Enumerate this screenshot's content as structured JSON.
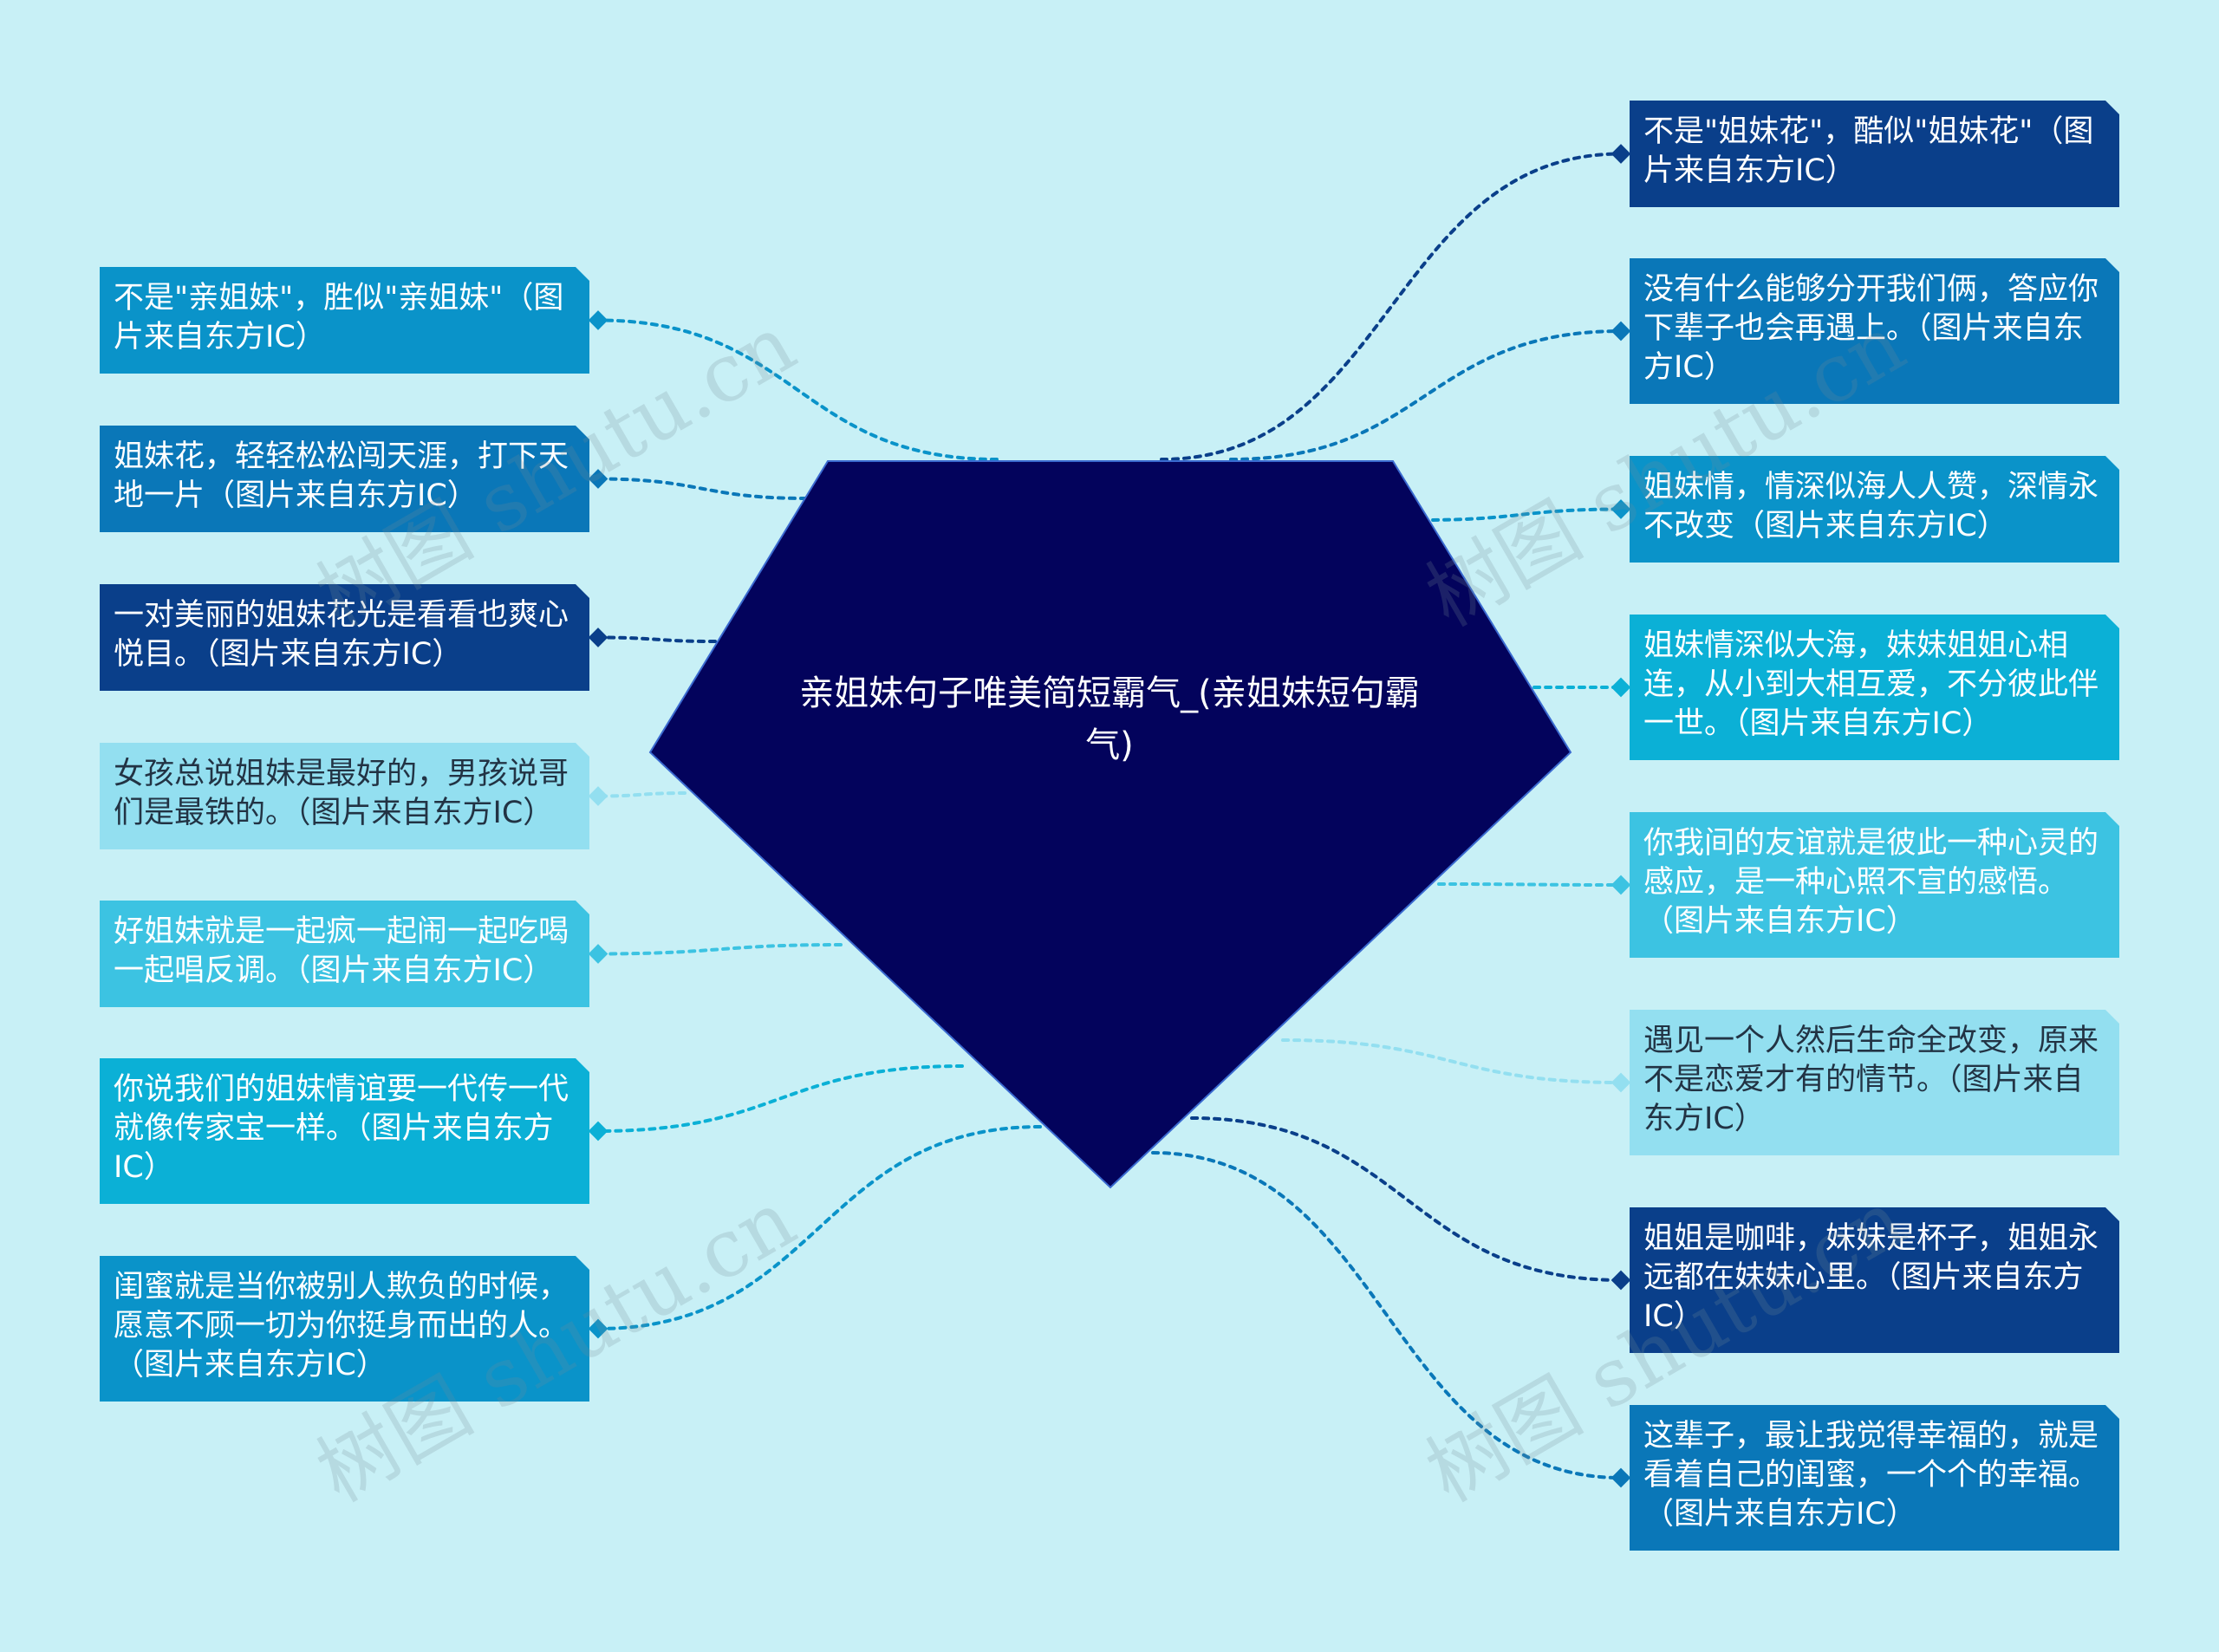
{
  "center": {
    "title": "亲姐妹句子唯美简短霸气_(亲姐妹短句霸气)"
  },
  "colors": {
    "background": "#c8f0f6",
    "center": "#03035c",
    "dark": "#0a3f8a",
    "mid": "#0a77b8",
    "blue": "#0a93c9",
    "cyan": "#0bb0d6",
    "sky": "#3cc3e2",
    "pale": "#93dff0"
  },
  "left_nodes": [
    {
      "text": "不是\"亲姐妹\"，胜似\"亲姐妹\"（图片来自东方IC）",
      "color": "blue"
    },
    {
      "text": "姐妹花，轻轻松松闯天涯，打下天地一片（图片来自东方IC）",
      "color": "mid"
    },
    {
      "text": "一对美丽的姐妹花光是看看也爽心悦目。（图片来自东方IC）",
      "color": "dark"
    },
    {
      "text": "女孩总说姐妹是最好的，男孩说哥们是最铁的。（图片来自东方IC）",
      "color": "pale"
    },
    {
      "text": "好姐妹就是一起疯一起闹一起吃喝一起唱反调。（图片来自东方IC）",
      "color": "sky"
    },
    {
      "text": "你说我们的姐妹情谊要一代传一代就像传家宝一样。（图片来自东方IC）",
      "color": "cyan"
    },
    {
      "text": "闺蜜就是当你被别人欺负的时候，愿意不顾一切为你挺身而出的人。（图片来自东方IC）",
      "color": "blue"
    }
  ],
  "right_nodes": [
    {
      "text": "不是\"姐妹花\"，酷似\"姐妹花\"（图片来自东方IC）",
      "color": "dark"
    },
    {
      "text": "没有什么能够分开我们俩，答应你下辈子也会再遇上。（图片来自东方IC）",
      "color": "mid"
    },
    {
      "text": "姐妹情，情深似海人人赞，深情永不改变（图片来自东方IC）",
      "color": "blue"
    },
    {
      "text": "姐妹情深似大海，妹妹姐姐心相连，从小到大相互爱，不分彼此伴一世。（图片来自东方IC）",
      "color": "cyan"
    },
    {
      "text": "你我间的友谊就是彼此一种心灵的感应，是一种心照不宣的感悟。（图片来自东方IC）",
      "color": "sky"
    },
    {
      "text": "遇见一个人然后生命全改变，原来不是恋爱才有的情节。（图片来自东方IC）",
      "color": "pale"
    },
    {
      "text": "姐姐是咖啡，妹妹是杯子，姐姐永远都在妹妹心里。（图片来自东方IC）",
      "color": "dark"
    },
    {
      "text": "这辈子，最让我觉得幸福的，就是看着自己的闺蜜，一个个的幸福。（图片来自东方IC）",
      "color": "mid"
    }
  ],
  "watermarks": [
    "树图 shutu.cn",
    "树图 shutu.cn",
    "树图 shutu.cn",
    "树图 shutu.cn"
  ]
}
